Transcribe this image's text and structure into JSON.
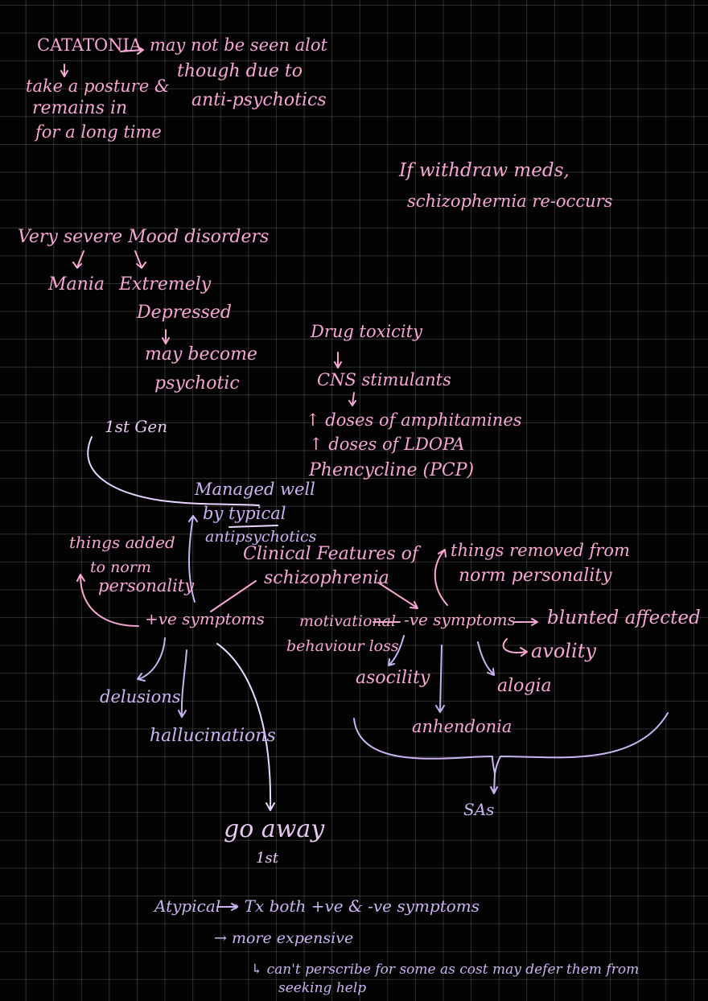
{
  "canvas": {
    "catatonia": "CATATONIA",
    "not_seen": "may not be seen alot",
    "not_seen_2": "though due to",
    "not_seen_3": "anti-psychotics",
    "posture_1": "take a posture &",
    "posture_2": "remains in",
    "posture_3": "for a long time",
    "withdraw_1": "If withdraw meds,",
    "withdraw_2": "schizophernia re-occurs",
    "mood": "Very severe Mood disorders",
    "mania": "Mania",
    "extremely": "Extremely",
    "depressed": "Depressed",
    "may_become": "may become",
    "psychotic": "psychotic",
    "drug_toxicity": "Drug toxicity",
    "cns": "CNS stimulants",
    "amphetamines": "↑ doses of amphitamines",
    "ldopa": "↑ doses of LDOPA",
    "phencycline": "Phencycline (PCP)",
    "first_gen": "1st Gen",
    "managed_1": "Managed well",
    "managed_2": "by typical",
    "managed_3": "antipsychotics",
    "added_1": "things added",
    "added_2": "to norm",
    "added_3": "personality",
    "clinical_1": "Clinical Features of",
    "clinical_2": "schizophrenia",
    "removed_1": "things removed from",
    "removed_2": "norm personality",
    "positive": "+ve symptoms",
    "motivational": "motivational",
    "behaviour_loss": "behaviour loss",
    "negative": "-ve symptoms",
    "blunted": "blunted affected",
    "avolity": "avolity",
    "asocility": "asocility",
    "alogia": "alogia",
    "delusions": "delusions",
    "hallucinations": "hallucinations",
    "anhedonia": "anhendonia",
    "sas": "SAs",
    "go_away": "go away",
    "first": "1st",
    "atypical": "Atypical → Tx both +ve & -ve symptoms",
    "expensive": "→ more expensive",
    "cant_1": "↳ can't perscribe for some as cost may defer them from",
    "cant_2": "seeking help"
  },
  "colors": {
    "background": "#030303",
    "pink_ink": "#f6a7d3",
    "lavender_ink": "#c9b4f2",
    "white_ink": "#ead7ff"
  }
}
